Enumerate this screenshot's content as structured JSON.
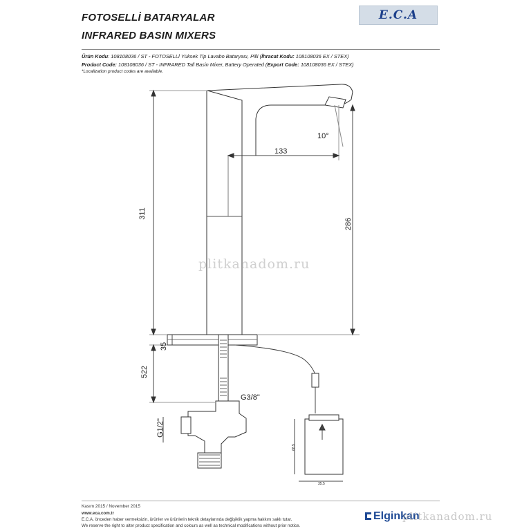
{
  "header": {
    "title_tr": "FOTOSELLİ BATARYALAR",
    "title_en": "INFRARED BASIN MIXERS",
    "logo": "E.C.A"
  },
  "info": {
    "line1_label": "Ürün Kodu",
    "line1_text": ": 108108036 / ST - FOTOSELLİ Yüksek Tip Lavabo Bataryası, Pilli (",
    "line1_bold": "İhracat Kodu:",
    "line1_end": " 108108036 EX / STEX)",
    "line2_label": "Product Code:",
    "line2_text": " 108108036 / ST - INFRARED Tall Basin Mixer, Battery Operated (",
    "line2_bold": "Export Code:",
    "line2_end": " 108108036 EX / STEX)",
    "line3": "*Localization product codes are available."
  },
  "dimensions": {
    "d311": "311",
    "d286": "286",
    "d133": "133",
    "angle": "10°",
    "d35": "35",
    "d522": "522",
    "thread": "G3/8\"",
    "g12": "G1/2\"",
    "battery_h": "68.5",
    "battery_w": "35.5"
  },
  "watermark": "plitkanadom.ru",
  "footer": {
    "date": "Kasım 2015 / November 2015",
    "url": "www.eca.com.tr",
    "note_tr": "E.C.A. önceden haber vermeksizin, ürünler ve ürünlerin teknik detaylarında değişiklik yapma hakkını saklı tutar.",
    "note_en": "We reserve the right to alter product specification and colours as well as technical modifications without prior notice.",
    "brand": "Elginkan"
  }
}
